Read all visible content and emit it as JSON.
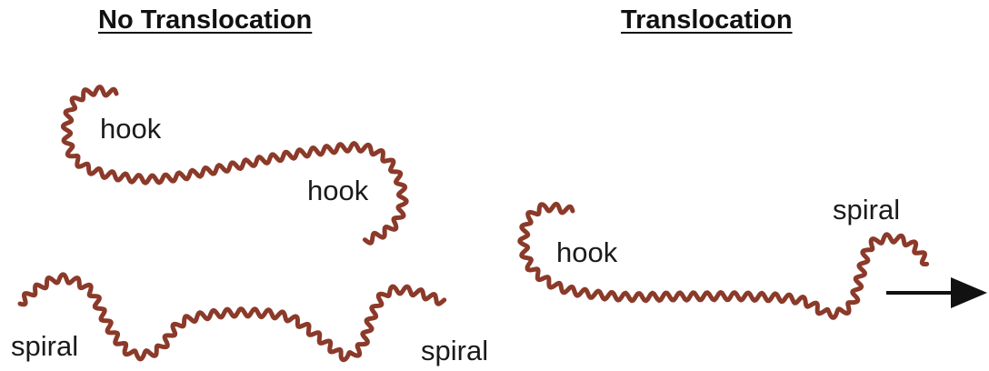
{
  "headings": {
    "left": "No Translocation",
    "right": "Translocation"
  },
  "labels": {
    "hook": "hook",
    "spiral": "spiral"
  },
  "colors": {
    "spirochete": "#8b3a2a",
    "text": "#1a1a1a",
    "arrow": "#111111"
  },
  "icons": {
    "direction": "right-arrow-icon"
  }
}
